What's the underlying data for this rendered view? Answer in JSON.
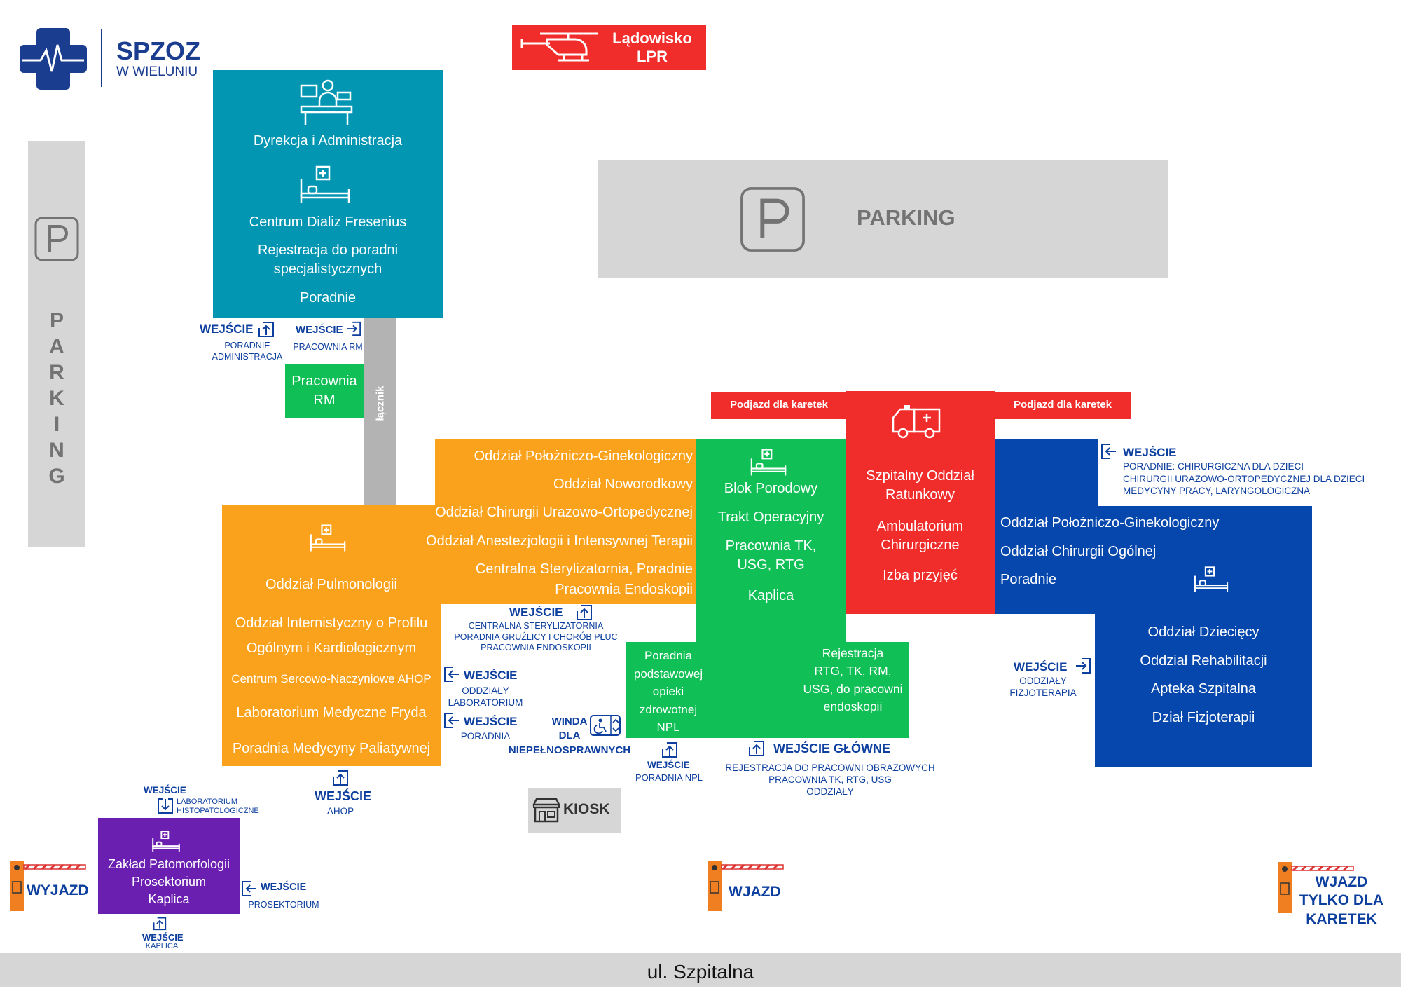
{
  "logo": {
    "name": "SPZOZ",
    "city": "W WIELUNIU"
  },
  "helipad": {
    "label": "Lądowisko\nLPR"
  },
  "parking_top": {
    "label": "PARKING"
  },
  "parking_left": {
    "label": "P\nA\nR\nK\nI\nN\nG"
  },
  "connector": {
    "label": "łącznik"
  },
  "teal": {
    "items": [
      "Dyrekcja i Administracja",
      "Centrum Dializ Fresenius",
      "Rejestracja do poradni\nspecjalistycznych",
      "Poradnie"
    ]
  },
  "rm": {
    "label": "Pracownia\nRM"
  },
  "orange_upper": {
    "items": [
      "Oddział Położniczo-Ginekologiczny",
      "Oddział Noworodkowy",
      "Oddział Chirurgii Urazowo-Ortopedycznej",
      "Oddział Anestezjologii i Intensywnej Terapii",
      "Centralna Sterylizatornia, Poradnie",
      "Pracownia Endoskopii"
    ]
  },
  "orange_lower": {
    "items": [
      "Oddział Pulmonologii",
      "Oddział Internistyczny o Profilu\nOgólnym i Kardiologicznym",
      "Centrum Sercowo-Naczyniowe AHOP",
      "Laboratorium Medyczne Fryda",
      "Poradnia Medycyny Paliatywnej"
    ]
  },
  "green": {
    "items": [
      "Blok Porodowy",
      "Trakt Operacyjny",
      "Pracownia TK,\nUSG, RTG",
      "Kaplica"
    ],
    "npl": "Poradnia\npodstawowej\nopieki\nzdrowotnej\nNPL",
    "registration": "Rejestracja\nRTG, TK, RM,\nUSG, do pracowni\nendoskopii"
  },
  "red": {
    "items": [
      "Szpitalny Oddział\nRatunkowy",
      "Ambulatorium\nChirurgiczne",
      "Izba przyjęć"
    ],
    "ambulance_road_left": "Podjazd dla karetek",
    "ambulance_road_right": "Podjazd dla karetek"
  },
  "blue": {
    "upper": [
      "Oddział Położniczo-Ginekologiczny",
      "Oddział Chirurgii Ogólnej",
      "Poradnie"
    ],
    "lower": [
      "Oddział Dziecięcy",
      "Oddział Rehabilitacji",
      "Apteka Szpitalna",
      "Dział Fizjoterapii"
    ]
  },
  "purple": {
    "label": "Zakład Patomorfologii\nProsektorium\nKaplica"
  },
  "kiosk": {
    "label": "KIOSK"
  },
  "street": {
    "label": "ul. Szpitalna"
  },
  "entrances": {
    "word": "WEJŚCIE",
    "main_word": "WEJŚCIE GŁÓWNE",
    "poradnie_admin": "PORADNIE\nADMINISTRACJA",
    "pracownia_rm": "PRACOWNIA RM",
    "sterylizatornia": "CENTRALNA STERYLIZATORNIA\nPORADNIA GRUŹLICY I CHORÓB PŁUC\nPRACOWNIA ENDOSKOPII",
    "oddzialy_lab": "ODDZIAŁY\nLABORATORIUM",
    "poradnia": "PORADNIA",
    "lift": "WINDA\nDLA\nNIEPEŁNOSPRAWNYCH",
    "npl": "PORADNIA NPL",
    "main": "REJESTRACJA DO PRACOWNI OBRAZOWYCH\nPRACOWNIA TK, RTG, USG\nODDZIAŁY",
    "ahop": "AHOP",
    "histo": "LABORATORIUM\nHISTOPATOLOGICZNE",
    "prosektorium": "PROSEKTORIUM",
    "kaplica": "KAPLICA",
    "fizjo": "ODDZIAŁY\nFIZJOTERAPIA",
    "blue_top": "PORADNIE: CHIRURGICZNA DLA DZIECI\nCHIRURGII URAZOWO-ORTOPEDYCZNEJ DLA DZIECI\nMEDYCYNY PRACY, LARYNGOLOGICZNA"
  },
  "gates": {
    "exit": "WYJAZD",
    "enter": "WJAZD",
    "ambulance_only": "WJAZD\nTYLKO DLA\nKARETEK"
  },
  "colors": {
    "teal": "#0396b3",
    "orange": "#faa21b",
    "green": "#10bf55",
    "red": "#f12d2c",
    "blue": "#0547ac",
    "purple": "#6b1fb1",
    "navy": "#0d3f9e"
  }
}
